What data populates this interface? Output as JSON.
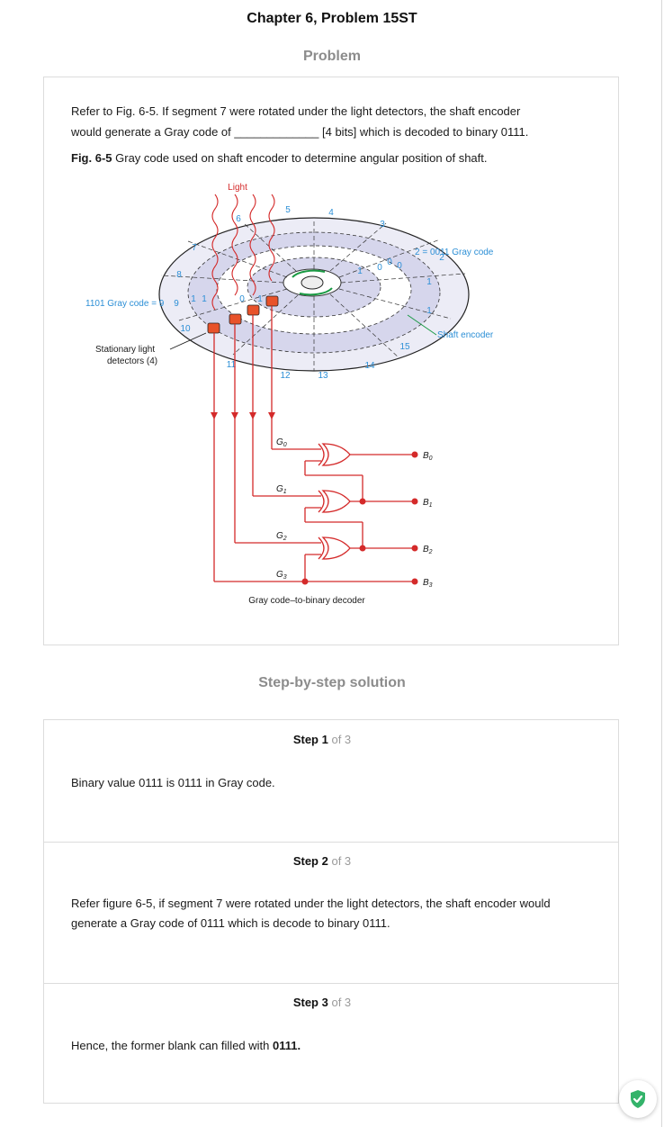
{
  "page": {
    "chapter_title": "Chapter 6, Problem 15ST",
    "problem_heading": "Problem",
    "solution_heading": "Step-by-step solution"
  },
  "problem": {
    "text_line1": "Refer to Fig. 6-5. If segment 7 were rotated under the light detectors, the shaft encoder",
    "text_line2": "would generate a Gray code of _____________ [4 bits] which is decoded to binary 0111.",
    "fig_label": "Fig. 6-5",
    "fig_caption": " Gray code used on shaft encoder to determine angular position of shaft."
  },
  "figure": {
    "light": "Light",
    "gray_1101": "1101 Gray code = 9",
    "gray_0011": "2 = 0011 Gray code",
    "shaft_encoder": "Shaft encoder",
    "stationary_1": "Stationary light",
    "stationary_2": "detectors (4)",
    "decoder": "Gray code–to-binary decoder",
    "segments": [
      "0",
      "1",
      "2",
      "3",
      "4",
      "5",
      "6",
      "7",
      "8",
      "9",
      "10",
      "11",
      "12",
      "13",
      "14",
      "15"
    ],
    "bits_9": [
      "1",
      "1",
      "0",
      "1"
    ],
    "bits_2": [
      "0",
      "0",
      "1",
      "1"
    ],
    "g_labels": [
      "G",
      "G",
      "G",
      "G"
    ],
    "g_subs": [
      "0",
      "1",
      "2",
      "3"
    ],
    "b_labels": [
      "B",
      "B",
      "B",
      "B"
    ],
    "b_subs": [
      "0",
      "1",
      "2",
      "3"
    ],
    "colors": {
      "red": "#d42a2a",
      "blue": "#2c8fd6",
      "ring_fill": "#d3d3ea",
      "outer_fill": "#ececf6"
    }
  },
  "steps": [
    {
      "num": "1",
      "of": " of 3",
      "body": "Binary value 0111 is 0111 in Gray code."
    },
    {
      "num": "2",
      "of": " of 3",
      "body": "Refer figure 6-5, if segment 7 were rotated under the light detectors, the shaft encoder would generate a Gray code of 0111 which is decode to binary 0111."
    },
    {
      "num": "3",
      "of": " of 3",
      "body_prefix": "Hence, the former blank can filled with ",
      "body_bold": "0111."
    }
  ],
  "icons": {
    "badge": "shield-check-icon",
    "shaft": "rotation-arrows-icon"
  }
}
